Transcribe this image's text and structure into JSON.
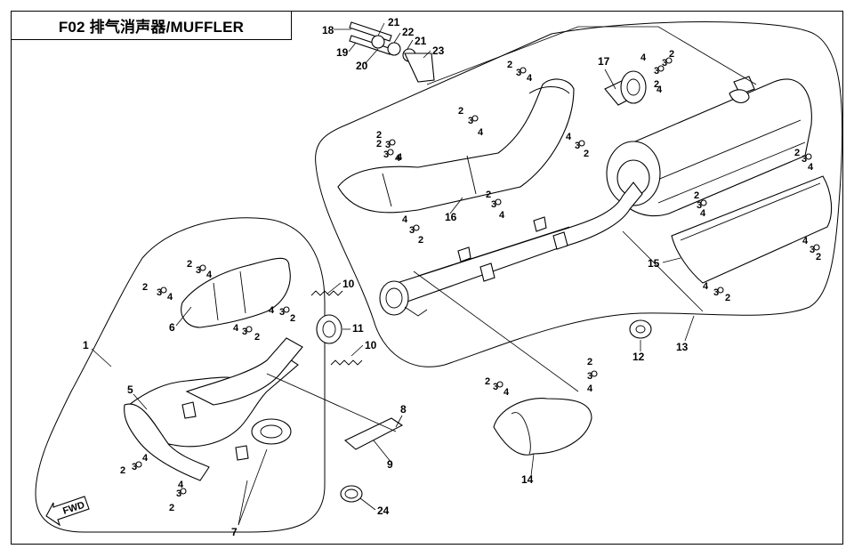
{
  "title": "F02 排气消声器/MUFFLER",
  "fwd_label": "FWD",
  "callouts": [
    {
      "id": "c1",
      "text": "1"
    },
    {
      "id": "c5",
      "text": "5"
    },
    {
      "id": "c6",
      "text": "6"
    },
    {
      "id": "c7",
      "text": "7"
    },
    {
      "id": "c8",
      "text": "8"
    },
    {
      "id": "c9",
      "text": "9"
    },
    {
      "id": "c10a",
      "text": "10"
    },
    {
      "id": "c10b",
      "text": "10"
    },
    {
      "id": "c11",
      "text": "11"
    },
    {
      "id": "c12",
      "text": "12"
    },
    {
      "id": "c13",
      "text": "13"
    },
    {
      "id": "c14",
      "text": "14"
    },
    {
      "id": "c15",
      "text": "15"
    },
    {
      "id": "c16",
      "text": "16"
    },
    {
      "id": "c17",
      "text": "17"
    },
    {
      "id": "c18",
      "text": "18"
    },
    {
      "id": "c19",
      "text": "19"
    },
    {
      "id": "c20",
      "text": "20"
    },
    {
      "id": "c21a",
      "text": "21"
    },
    {
      "id": "c21b",
      "text": "21"
    },
    {
      "id": "c22",
      "text": "22"
    },
    {
      "id": "c23",
      "text": "23"
    },
    {
      "id": "c24",
      "text": "24"
    }
  ],
  "fastener_groups": [
    {
      "id": "fg-a",
      "labels": [
        "2",
        "3",
        "4"
      ]
    },
    {
      "id": "fg-b",
      "labels": [
        "2",
        "3",
        "4"
      ]
    },
    {
      "id": "fg-c",
      "labels": [
        "4",
        "3",
        "2"
      ]
    },
    {
      "id": "fg-d",
      "labels": [
        "4",
        "3",
        "2"
      ]
    },
    {
      "id": "fg-e",
      "labels": [
        "2",
        "3",
        "4"
      ]
    },
    {
      "id": "fg-f",
      "labels": [
        "4",
        "3",
        "2"
      ]
    },
    {
      "id": "fg-g",
      "labels": [
        "2",
        "3",
        "4"
      ]
    },
    {
      "id": "fg-h",
      "labels": [
        "2",
        "3",
        "4"
      ]
    },
    {
      "id": "fg-i",
      "labels": [
        "2",
        "3",
        "4"
      ]
    },
    {
      "id": "fg-j",
      "labels": [
        "4",
        "3",
        "2"
      ]
    },
    {
      "id": "fg-k",
      "labels": [
        "2",
        "3",
        "4"
      ]
    },
    {
      "id": "fg-l",
      "labels": [
        "4",
        "3",
        "2"
      ]
    },
    {
      "id": "fg-m",
      "labels": [
        "2",
        "3",
        "4"
      ]
    },
    {
      "id": "fg-n",
      "labels": [
        "4",
        "3",
        "2"
      ]
    },
    {
      "id": "fg-o",
      "labels": [
        "2",
        "3",
        "4"
      ]
    },
    {
      "id": "fg-p",
      "labels": [
        "2",
        "3",
        "4"
      ]
    },
    {
      "id": "fg-q",
      "labels": [
        "4",
        "3",
        "2"
      ]
    },
    {
      "id": "fg-r",
      "labels": [
        "2",
        "3",
        "4"
      ]
    },
    {
      "id": "fg-s",
      "labels": [
        "2",
        "3",
        "4"
      ]
    },
    {
      "id": "fg-t",
      "labels": [
        "2",
        "3",
        "4"
      ]
    },
    {
      "id": "fg-u",
      "labels": [
        "4",
        "3",
        "2"
      ]
    }
  ]
}
